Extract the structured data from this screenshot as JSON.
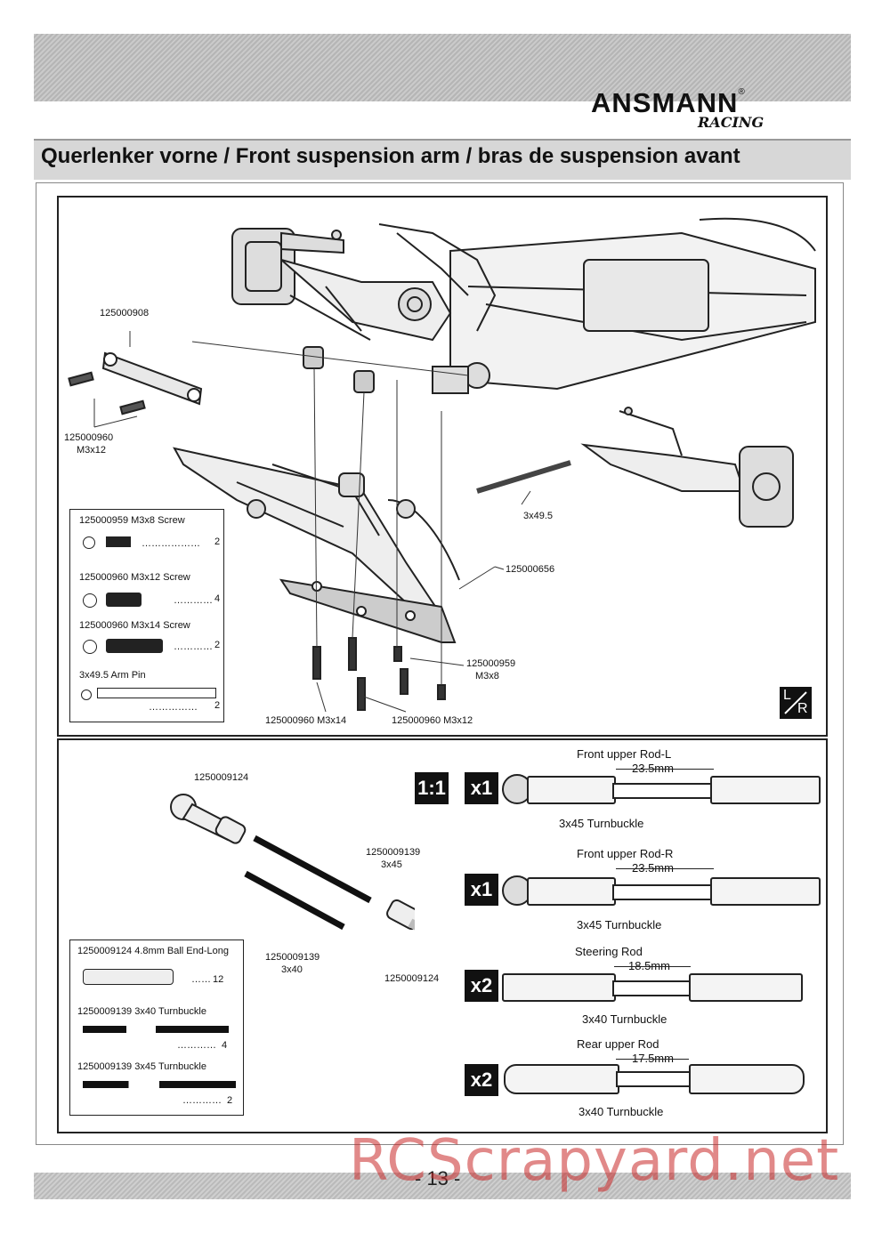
{
  "brand": {
    "name": "ANSMANN",
    "sub": "RACING",
    "registered": "®"
  },
  "section_title": "Querlenker vorne  / Front suspension arm / bras de suspension avant",
  "top_panel": {
    "callouts": {
      "upper_arm": "125000908",
      "screw_a_num": "125000960",
      "screw_a_size": "M3x12",
      "arm_pin": "3x49.5",
      "lower_arm": "125000656",
      "screw_b_num": "125000959",
      "screw_b_size": "M3x8",
      "screw_c": "125000960  M3x14",
      "screw_d": "125000960 M3x12"
    },
    "legend": [
      {
        "label": "125000959  M3x8 Screw",
        "qty": "2"
      },
      {
        "label": "125000960 M3x12 Screw",
        "qty": "4"
      },
      {
        "label": "125000960 M3x14 Screw",
        "qty": "2"
      },
      {
        "label": "3x49.5 Arm Pin",
        "qty": "2"
      }
    ],
    "lr_badge": {
      "l": "L",
      "r": "R"
    }
  },
  "bottom_panel": {
    "callouts": {
      "ball_end_top": "1250009124",
      "tb45_num": "1250009139",
      "tb45_size": "3x45",
      "tb40_num": "1250009139",
      "tb40_size": "3x40",
      "ball_end_bottom": "1250009124"
    },
    "legend": [
      {
        "label": "1250009124 4.8mm Ball End-Long",
        "qty": "12"
      },
      {
        "label": "1250009139  3x40 Turnbuckle",
        "qty": "4"
      },
      {
        "label": "1250009139  3x45 Turnbuckle",
        "qty": "2"
      }
    ],
    "scale_badge": "1:1",
    "rods": [
      {
        "title": "Front upper Rod-L",
        "length": "23.5mm",
        "part": "3x45 Turnbuckle",
        "qty": "x1"
      },
      {
        "title": "Front upper Rod-R",
        "length": "23.5mm",
        "part": "3x45 Turnbuckle",
        "qty": "x1"
      },
      {
        "title": "Steering Rod",
        "length": "18.5mm",
        "part": "3x40 Turnbuckle",
        "qty": "x2"
      },
      {
        "title": "Rear upper Rod",
        "length": "17.5mm",
        "part": "3x40 Turnbuckle",
        "qty": "x2"
      }
    ]
  },
  "page_number": "- 13 -",
  "watermark": "RCScrapyard.net"
}
